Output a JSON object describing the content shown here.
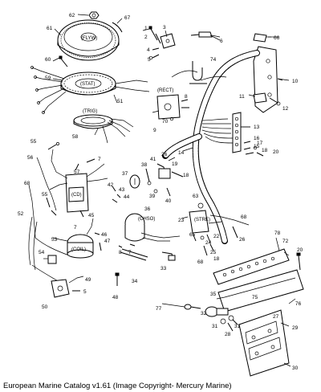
{
  "caption": "European Marine Catalog v1.61 (Image Copyright- Mercury Marine)",
  "part_labels": {
    "flyw": "(FLYW)",
    "stat": "(STAT)",
    "trig": "(TRIG)",
    "rect": "(RECT)",
    "cd": "(CD)",
    "chso": "(CHSO)",
    "stre": "(STRE)",
    "coil": "(COIL)"
  },
  "callouts": [
    {
      "id": "62",
      "text": "62"
    },
    {
      "id": "67",
      "text": "67"
    },
    {
      "id": "61",
      "text": "61"
    },
    {
      "id": "60",
      "text": "60"
    },
    {
      "id": "59",
      "text": "59"
    },
    {
      "id": "1",
      "text": "1"
    },
    {
      "id": "2",
      "text": "2"
    },
    {
      "id": "3",
      "text": "3"
    },
    {
      "id": "4",
      "text": "4"
    },
    {
      "id": "5a",
      "text": "5"
    },
    {
      "id": "6",
      "text": "6"
    },
    {
      "id": "66",
      "text": "66"
    },
    {
      "id": "74",
      "text": "74"
    },
    {
      "id": "10",
      "text": "10"
    },
    {
      "id": "11",
      "text": "11"
    },
    {
      "id": "12",
      "text": "12"
    },
    {
      "id": "13",
      "text": "13"
    },
    {
      "id": "51",
      "text": "51"
    },
    {
      "id": "58",
      "text": "58"
    },
    {
      "id": "9",
      "text": "9"
    },
    {
      "id": "70",
      "text": "70"
    },
    {
      "id": "8",
      "text": "8"
    },
    {
      "id": "16",
      "text": "16"
    },
    {
      "id": "15",
      "text": "15"
    },
    {
      "id": "17",
      "text": "17"
    },
    {
      "id": "18a",
      "text": "18"
    },
    {
      "id": "20a",
      "text": "20"
    },
    {
      "id": "14",
      "text": "14"
    },
    {
      "id": "55a",
      "text": "55"
    },
    {
      "id": "56",
      "text": "56"
    },
    {
      "id": "57",
      "text": "57"
    },
    {
      "id": "7a",
      "text": "7"
    },
    {
      "id": "41",
      "text": "41"
    },
    {
      "id": "26a",
      "text": "26"
    },
    {
      "id": "38",
      "text": "38"
    },
    {
      "id": "19",
      "text": "19"
    },
    {
      "id": "18b",
      "text": "18"
    },
    {
      "id": "37",
      "text": "37"
    },
    {
      "id": "68a",
      "text": "68"
    },
    {
      "id": "55b",
      "text": "55"
    },
    {
      "id": "42",
      "text": "42"
    },
    {
      "id": "43",
      "text": "43"
    },
    {
      "id": "44",
      "text": "44"
    },
    {
      "id": "39",
      "text": "39"
    },
    {
      "id": "40",
      "text": "40"
    },
    {
      "id": "52",
      "text": "52"
    },
    {
      "id": "45",
      "text": "45"
    },
    {
      "id": "63",
      "text": "63"
    },
    {
      "id": "36",
      "text": "36"
    },
    {
      "id": "23",
      "text": "23"
    },
    {
      "id": "68b",
      "text": "68"
    },
    {
      "id": "7b",
      "text": "7"
    },
    {
      "id": "46",
      "text": "46"
    },
    {
      "id": "53",
      "text": "53"
    },
    {
      "id": "47",
      "text": "47"
    },
    {
      "id": "54",
      "text": "54"
    },
    {
      "id": "65",
      "text": "65"
    },
    {
      "id": "24",
      "text": "24"
    },
    {
      "id": "22",
      "text": "22"
    },
    {
      "id": "25",
      "text": "25"
    },
    {
      "id": "18c",
      "text": "18"
    },
    {
      "id": "26b",
      "text": "26"
    },
    {
      "id": "78",
      "text": "78"
    },
    {
      "id": "72",
      "text": "72"
    },
    {
      "id": "20b",
      "text": "20"
    },
    {
      "id": "8b",
      "text": "8"
    },
    {
      "id": "7c",
      "text": "7"
    },
    {
      "id": "33",
      "text": "33"
    },
    {
      "id": "68c",
      "text": "68"
    },
    {
      "id": "34",
      "text": "34"
    },
    {
      "id": "49",
      "text": "49"
    },
    {
      "id": "5b",
      "text": "5"
    },
    {
      "id": "48",
      "text": "48"
    },
    {
      "id": "50",
      "text": "50"
    },
    {
      "id": "35",
      "text": "35"
    },
    {
      "id": "75",
      "text": "75"
    },
    {
      "id": "76",
      "text": "76"
    },
    {
      "id": "77",
      "text": "77"
    },
    {
      "id": "32",
      "text": "32"
    },
    {
      "id": "31a",
      "text": "31"
    },
    {
      "id": "31b",
      "text": "31"
    },
    {
      "id": "28",
      "text": "28"
    },
    {
      "id": "27",
      "text": "27"
    },
    {
      "id": "29",
      "text": "29"
    },
    {
      "id": "30",
      "text": "30"
    }
  ]
}
